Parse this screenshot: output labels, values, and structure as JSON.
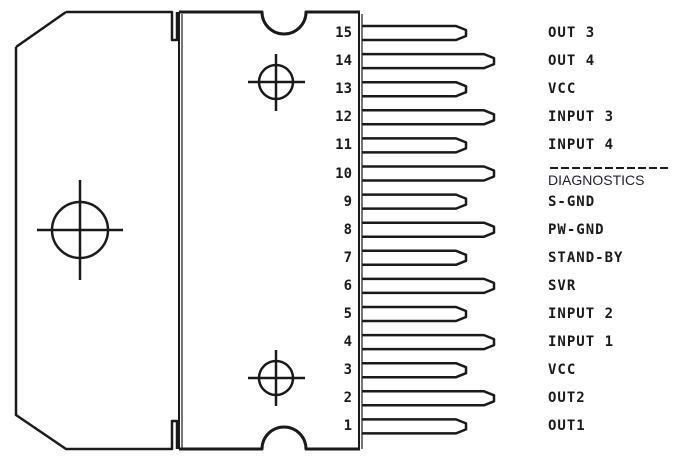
{
  "diagram": {
    "type": "ic-package-pinout",
    "package": "15-lead multiwatt power package",
    "colors": {
      "line": "#1a1a1a",
      "background": "#ffffff",
      "override_text": "#1c1c3a"
    },
    "pins": [
      {
        "number": "15",
        "label": "OUT 3",
        "length": "short"
      },
      {
        "number": "14",
        "label": "OUT 4",
        "length": "long"
      },
      {
        "number": "13",
        "label": "VCC",
        "length": "short"
      },
      {
        "number": "12",
        "label": "INPUT 3",
        "length": "long"
      },
      {
        "number": "11",
        "label": "INPUT 4",
        "length": "short"
      },
      {
        "number": "10",
        "label": "DIAGNOSTICS",
        "length": "long",
        "overlaid": true
      },
      {
        "number": "9",
        "label": "S-GND",
        "length": "short"
      },
      {
        "number": "8",
        "label": "PW-GND",
        "length": "long"
      },
      {
        "number": "7",
        "label": "STAND-BY",
        "length": "short"
      },
      {
        "number": "6",
        "label": "SVR",
        "length": "long"
      },
      {
        "number": "5",
        "label": "INPUT 2",
        "length": "short"
      },
      {
        "number": "4",
        "label": "INPUT 1",
        "length": "long"
      },
      {
        "number": "3",
        "label": "VCC",
        "length": "short"
      },
      {
        "number": "2",
        "label": "OUT2",
        "length": "long"
      },
      {
        "number": "1",
        "label": "OUT1",
        "length": "short"
      }
    ],
    "markers": [
      {
        "name": "mounting-hole-center",
        "shape": "crosshair-circle"
      },
      {
        "name": "alignment-mark-top",
        "shape": "crosshair-circle"
      },
      {
        "name": "alignment-mark-bottom",
        "shape": "crosshair-circle"
      }
    ]
  }
}
